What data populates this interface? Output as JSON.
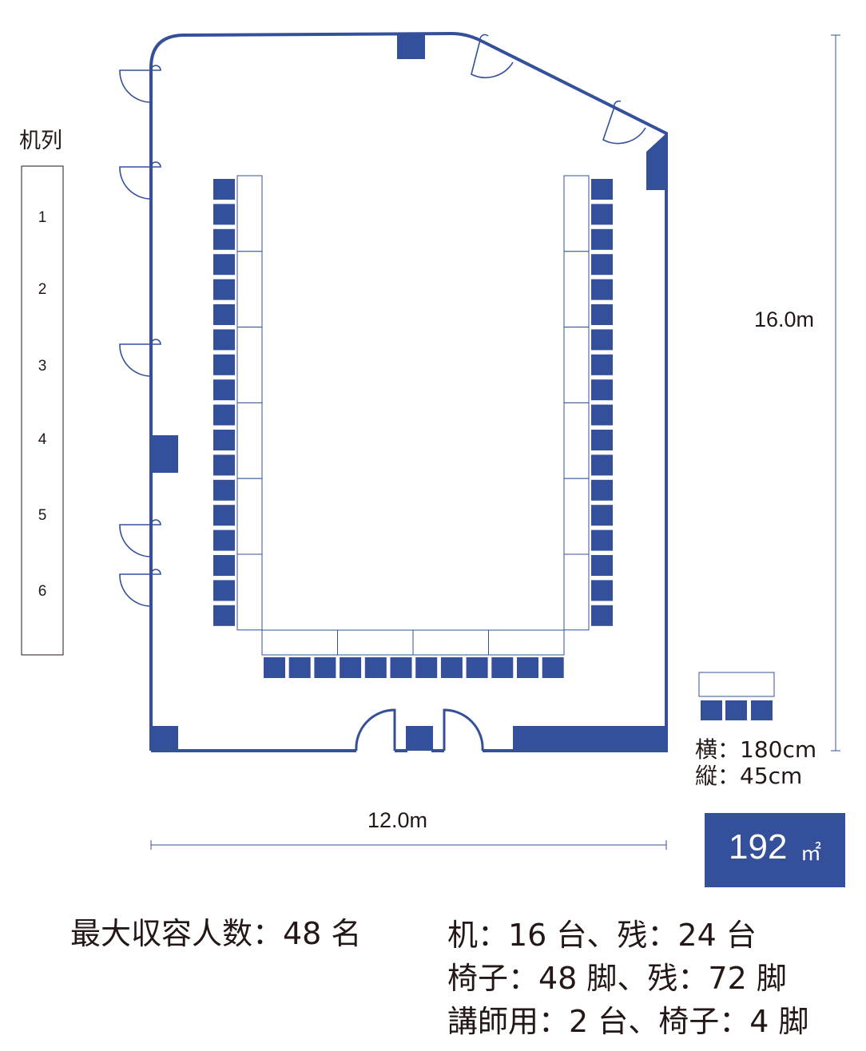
{
  "column_title": "机列",
  "column_numbers": [
    "1",
    "2",
    "3",
    "4",
    "5",
    "6"
  ],
  "dimension_width": "12.0m",
  "dimension_height": "16.0m",
  "desk_spec": {
    "width": "横：180cm",
    "depth": "縦：45cm"
  },
  "area": {
    "value": "192",
    "unit": "㎡"
  },
  "capacity": "最大収容人数：48 名",
  "inventory": [
    "机：16 台、残：24 台",
    "椅子：48 脚、残：72 脚",
    "講師用：2 台、椅子：4 脚"
  ],
  "colors": {
    "wall": "#34509a",
    "fill": "#34509a",
    "text": "#231815"
  },
  "layout_counts": {
    "left_chairs": 18,
    "right_chairs": 18,
    "bottom_chairs": 12,
    "side_desks_each": 6,
    "bottom_desks": 4
  }
}
